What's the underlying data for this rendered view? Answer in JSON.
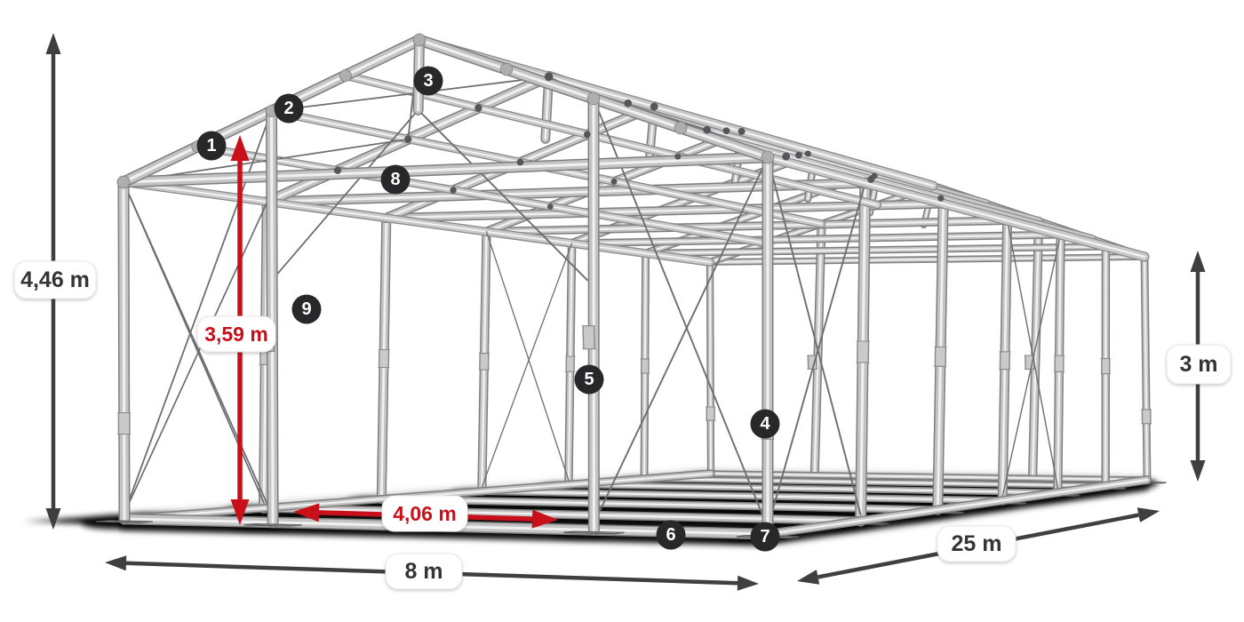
{
  "dimensions": {
    "total_height": {
      "label": "4,46 m"
    },
    "width": {
      "label": "8 m"
    },
    "length": {
      "label": "25 m"
    },
    "side_height": {
      "label": "3 m"
    },
    "entrance_height": {
      "label": "3,59 m"
    },
    "entrance_width": {
      "label": "4,06 m"
    }
  },
  "part_badges": [
    {
      "number": "1"
    },
    {
      "number": "2"
    },
    {
      "number": "3"
    },
    {
      "number": "4"
    },
    {
      "number": "5"
    },
    {
      "number": "6"
    },
    {
      "number": "7"
    },
    {
      "number": "8"
    },
    {
      "number": "9"
    }
  ],
  "colors": {
    "background": "#ffffff",
    "arrow_dark": "#3f3f3f",
    "arrow_red": "#c8101b",
    "badge_bg": "#28282a",
    "badge_text": "#ffffff",
    "label_dark_text": "#343434",
    "label_red_text": "#c8101b",
    "tube_edge": "#7f7f7f",
    "tube_mid": "#c3c3c3",
    "tube_core": "#f0f0f0",
    "cable": "#6d6d74"
  }
}
